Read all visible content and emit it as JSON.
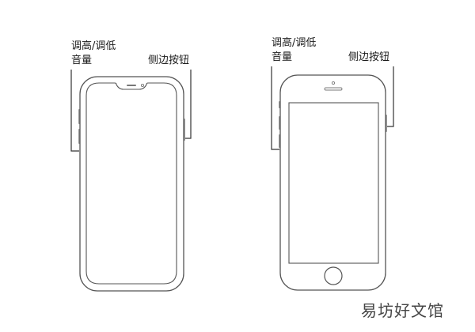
{
  "left_phone": {
    "volume_label_line1": "调高/调低",
    "volume_label_line2": "音量",
    "side_button_label": "侧边按钮"
  },
  "right_phone": {
    "volume_label_line1": "调高/调低",
    "volume_label_line2": "音量",
    "side_button_label": "侧边按钮"
  },
  "watermark": "易坊好文馆",
  "colors": {
    "outline": "#555555",
    "callout": "#333333",
    "button_fill": "#9a9a9a",
    "background": "#ffffff"
  }
}
